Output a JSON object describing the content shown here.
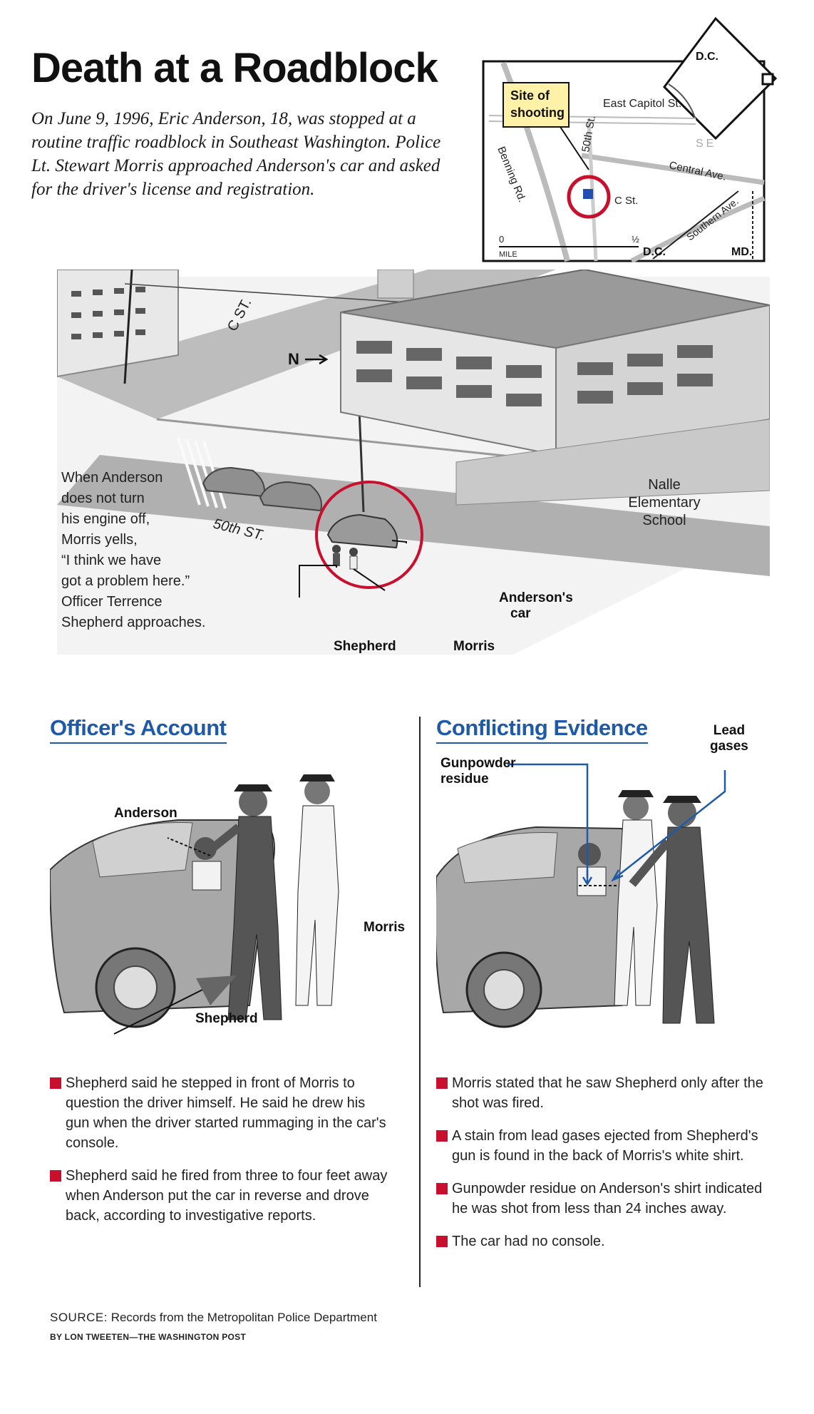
{
  "header": {
    "title": "Death at a Roadblock",
    "intro": "On June 9, 1996, Eric Anderson, 18, was stopped at a routine traffic roadblock in Southeast Washington. Police Lt. Stewart Morris approached Anderson's car and asked for the driver's license and registration."
  },
  "map": {
    "site_label_1": "Site of",
    "site_label_2": "shooting",
    "streets": [
      "East Capitol St.",
      "50th St.",
      "Benning Rd.",
      "C St.",
      "Central Ave.",
      "Southern Ave."
    ],
    "quadrant": "SE",
    "dc_top": "D.C.",
    "dc_bottom": "D.C.",
    "md": "MD.",
    "scale_zero": "0",
    "scale_half": "½",
    "scale_unit": "MILE"
  },
  "scene": {
    "street_c": "C ST.",
    "street_50th": "50th ST.",
    "north": "N",
    "school": [
      "Nalle",
      "Elementary",
      "School"
    ],
    "caption": [
      "When Anderson",
      "does not turn",
      "his engine off,",
      "Morris yells,",
      "“I think we have",
      "got a problem here.”",
      "Officer Terrence",
      "Shepherd approaches."
    ],
    "callouts": {
      "car_1": "Anderson's",
      "car_2": "car",
      "shepherd": "Shepherd",
      "morris": "Morris"
    }
  },
  "officers_account": {
    "heading": "Officer's Account",
    "labels": {
      "anderson": "Anderson",
      "morris": "Morris",
      "shepherd": "Shepherd"
    },
    "points": [
      "Shepherd said he stepped in front of Morris to question the driver himself. He said he drew his gun when the driver started rummaging in the car's console.",
      "Shepherd said he fired from three to four feet away when Anderson put the car in reverse and drove back, according to investigative reports."
    ]
  },
  "conflicting_evidence": {
    "heading": "Conflicting Evidence",
    "labels": {
      "residue_1": "Gunpowder",
      "residue_2": "residue",
      "lead_1": "Lead",
      "lead_2": "gases"
    },
    "points": [
      "Morris stated that he saw Shepherd only after the shot was fired.",
      "A stain from lead gases ejected from Shepherd's gun is found in the back of Morris's white shirt.",
      "Gunpowder residue on Anderson's shirt indicated he was shot from less than 24 inches away.",
      "The car had no console."
    ]
  },
  "footer": {
    "source_label": "SOURCE:",
    "source_text": "Records from the Metropolitan Police Department",
    "byline": "BY LON TWEETEN—THE WASHINGTON POST"
  },
  "colors": {
    "accent_red": "#c8102e",
    "heading_blue": "#1f5aa8",
    "map_label_bg": "#fff2a8",
    "map_site_square": "#1f4fb0"
  }
}
